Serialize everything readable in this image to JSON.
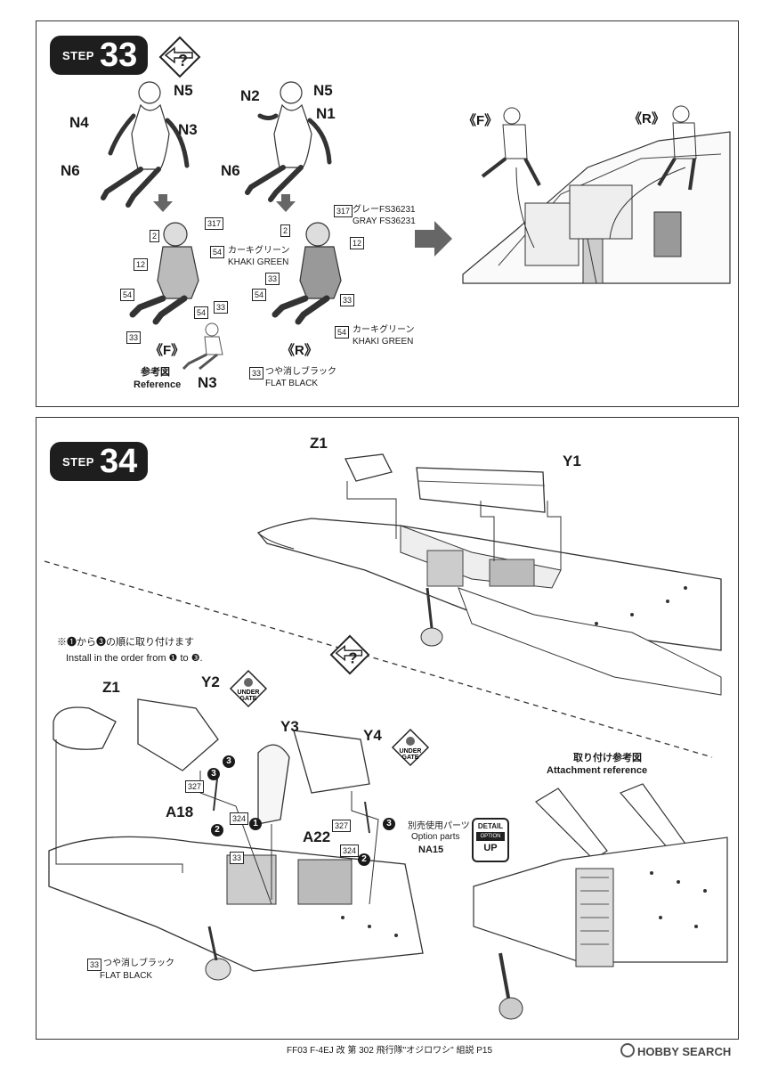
{
  "step33": {
    "word": "STEP",
    "number": "33",
    "figures_top": {
      "left_pilot": [
        "N5",
        "N4",
        "N3",
        "N6"
      ],
      "right_pilot": [
        "N2",
        "N5",
        "N1",
        "N6"
      ]
    },
    "codes": {
      "c317": "317",
      "c2": "2",
      "c12": "12",
      "c54": "54",
      "c33": "33"
    },
    "paint": {
      "gray_jp": "グレーFS36231",
      "gray_en": "GRAY FS36231",
      "khaki_jp": "カーキグリーン",
      "khaki_en": "KHAKI GREEN",
      "flat_black_jp": "つや消しブラック",
      "flat_black_en": "FLAT BLACK"
    },
    "seat_front": "《F》",
    "seat_rear": "《R》",
    "reference_jp": "参考図",
    "reference_en": "Reference",
    "reference_part": "N3"
  },
  "step34": {
    "word": "STEP",
    "number": "34",
    "parts": {
      "z1": "Z1",
      "y1": "Y1",
      "y2": "Y2",
      "y3": "Y3",
      "y4": "Y4",
      "a18": "A18",
      "a22": "A22"
    },
    "codes": {
      "c327": "327",
      "c324": "324",
      "c33": "33"
    },
    "note_jp": "※❶から❸の順に取り付けます",
    "note_en": "Install in the order from ❶ to ❸.",
    "order": [
      "1",
      "2",
      "3"
    ],
    "under_gate": "UNDER GATE",
    "option_jp": "別売使用パーツ",
    "option_en": "Option parts",
    "option_part": "NA15",
    "detail_up": [
      "DETAIL",
      "OPTION",
      "UP"
    ],
    "attach_jp": "取り付け参考図",
    "attach_en": "Attachment reference",
    "flat_black_jp": "つや消しブラック",
    "flat_black_en": "FLAT BLACK"
  },
  "footer": {
    "left": "FF03 F-4EJ 改 第 302 飛行隊\"オジロワシ\" 組説 P15",
    "watermark": "HOBBY SEARCH"
  }
}
